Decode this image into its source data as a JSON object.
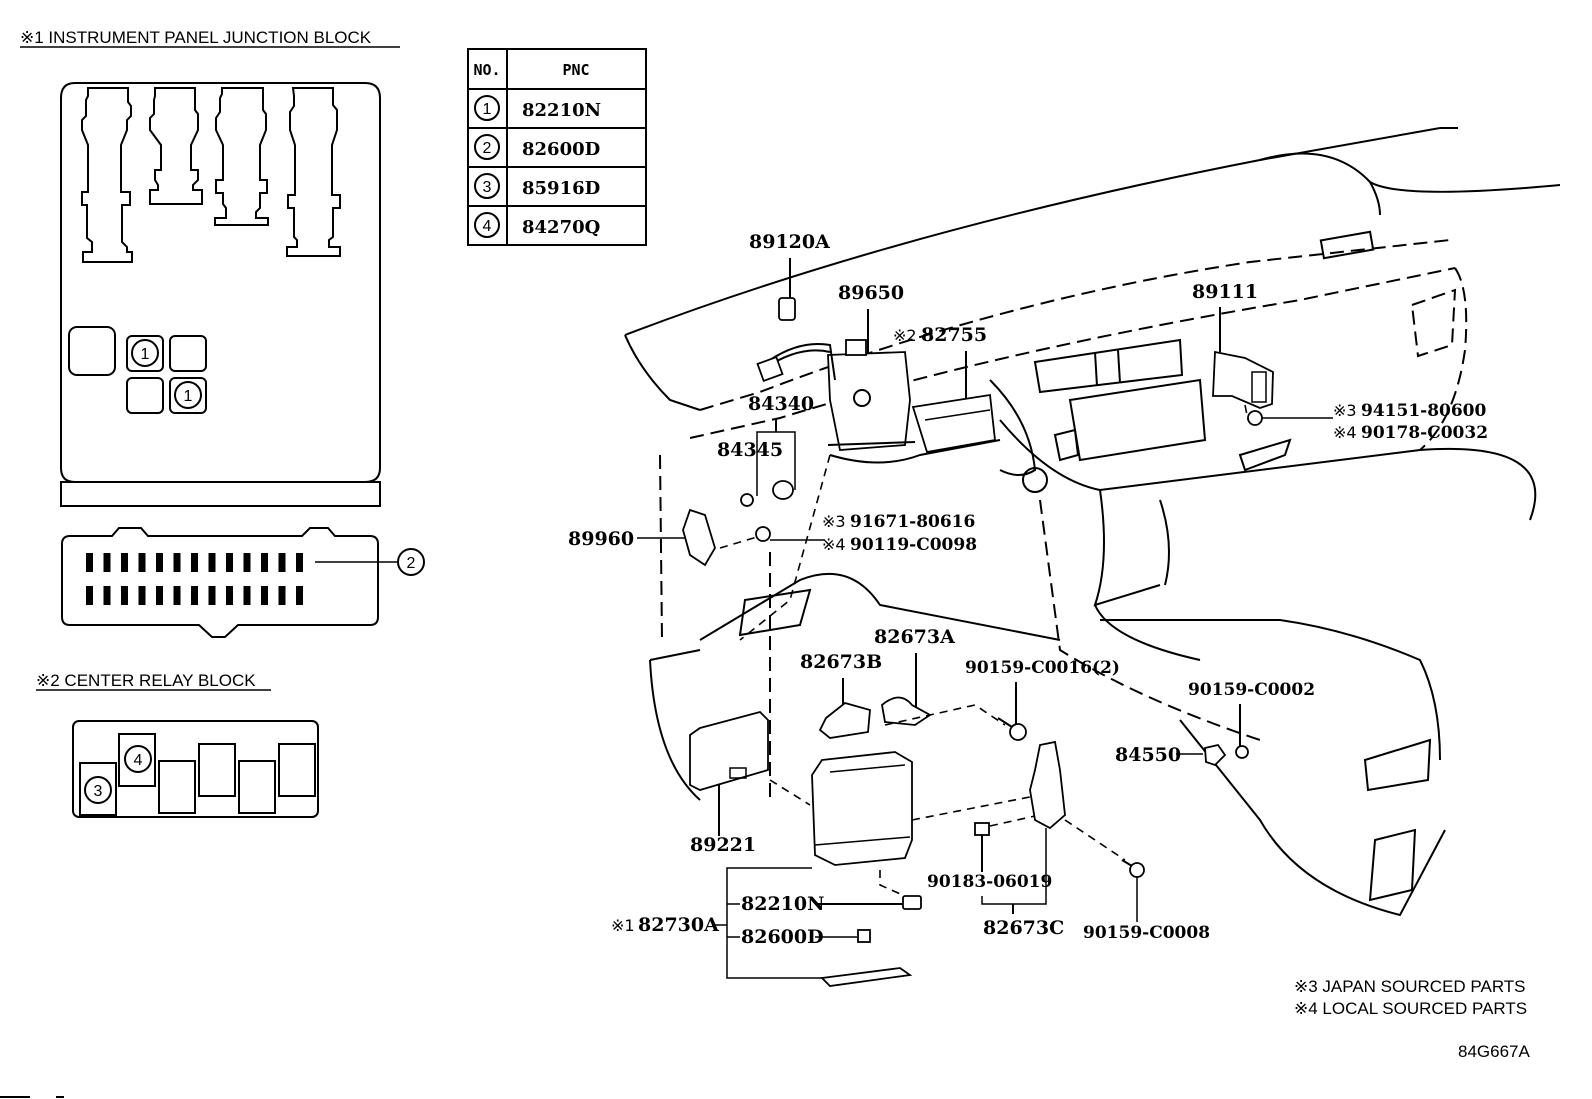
{
  "legend_titles": {
    "junction_block": "※1 INSTRUMENT PANEL JUNCTION BLOCK",
    "relay_block": "※2 CENTER RELAY BLOCK"
  },
  "pnc_table": {
    "headers": [
      "NO.",
      "PNC"
    ],
    "rows": [
      {
        "no": "1",
        "pnc": "82210N"
      },
      {
        "no": "2",
        "pnc": "82600D"
      },
      {
        "no": "3",
        "pnc": "85916D"
      },
      {
        "no": "4",
        "pnc": "84270Q"
      }
    ]
  },
  "junction_block": {
    "fuse_markers": [
      "1",
      "1"
    ],
    "connector_marker": "2"
  },
  "relay_block": {
    "relay_markers": [
      "3",
      "4"
    ]
  },
  "part_labels": {
    "p89120A": "89120A",
    "p89650": "89650",
    "p82755_mark": "※2",
    "p82755": "82755",
    "p89111": "89111",
    "p94151_mark": "※3",
    "p94151": "94151-80600",
    "p90178_mark": "※4",
    "p90178": "90178-C0032",
    "p84340": "84340",
    "p84345": "84345",
    "p89960": "89960",
    "p91671_mark": "※3",
    "p91671": "91671-80616",
    "p90119_mark": "※4",
    "p90119": "90119-C0098",
    "p82673A": "82673A",
    "p82673B": "82673B",
    "p90159_0016": "90159-C0016(2)",
    "p90159_0002": "90159-C0002",
    "p84550": "84550",
    "p89221": "89221",
    "p82730A_mark": "※1",
    "p82730A": "82730A",
    "p82210N": "82210N",
    "p82600D": "82600D",
    "p90183": "90183-06019",
    "p82673C": "82673C",
    "p90159_0008": "90159-C0008"
  },
  "notes": {
    "japan": "※3 JAPAN SOURCED PARTS",
    "local": "※4 LOCAL SOURCED PARTS",
    "drawing_id": "84G667A"
  }
}
